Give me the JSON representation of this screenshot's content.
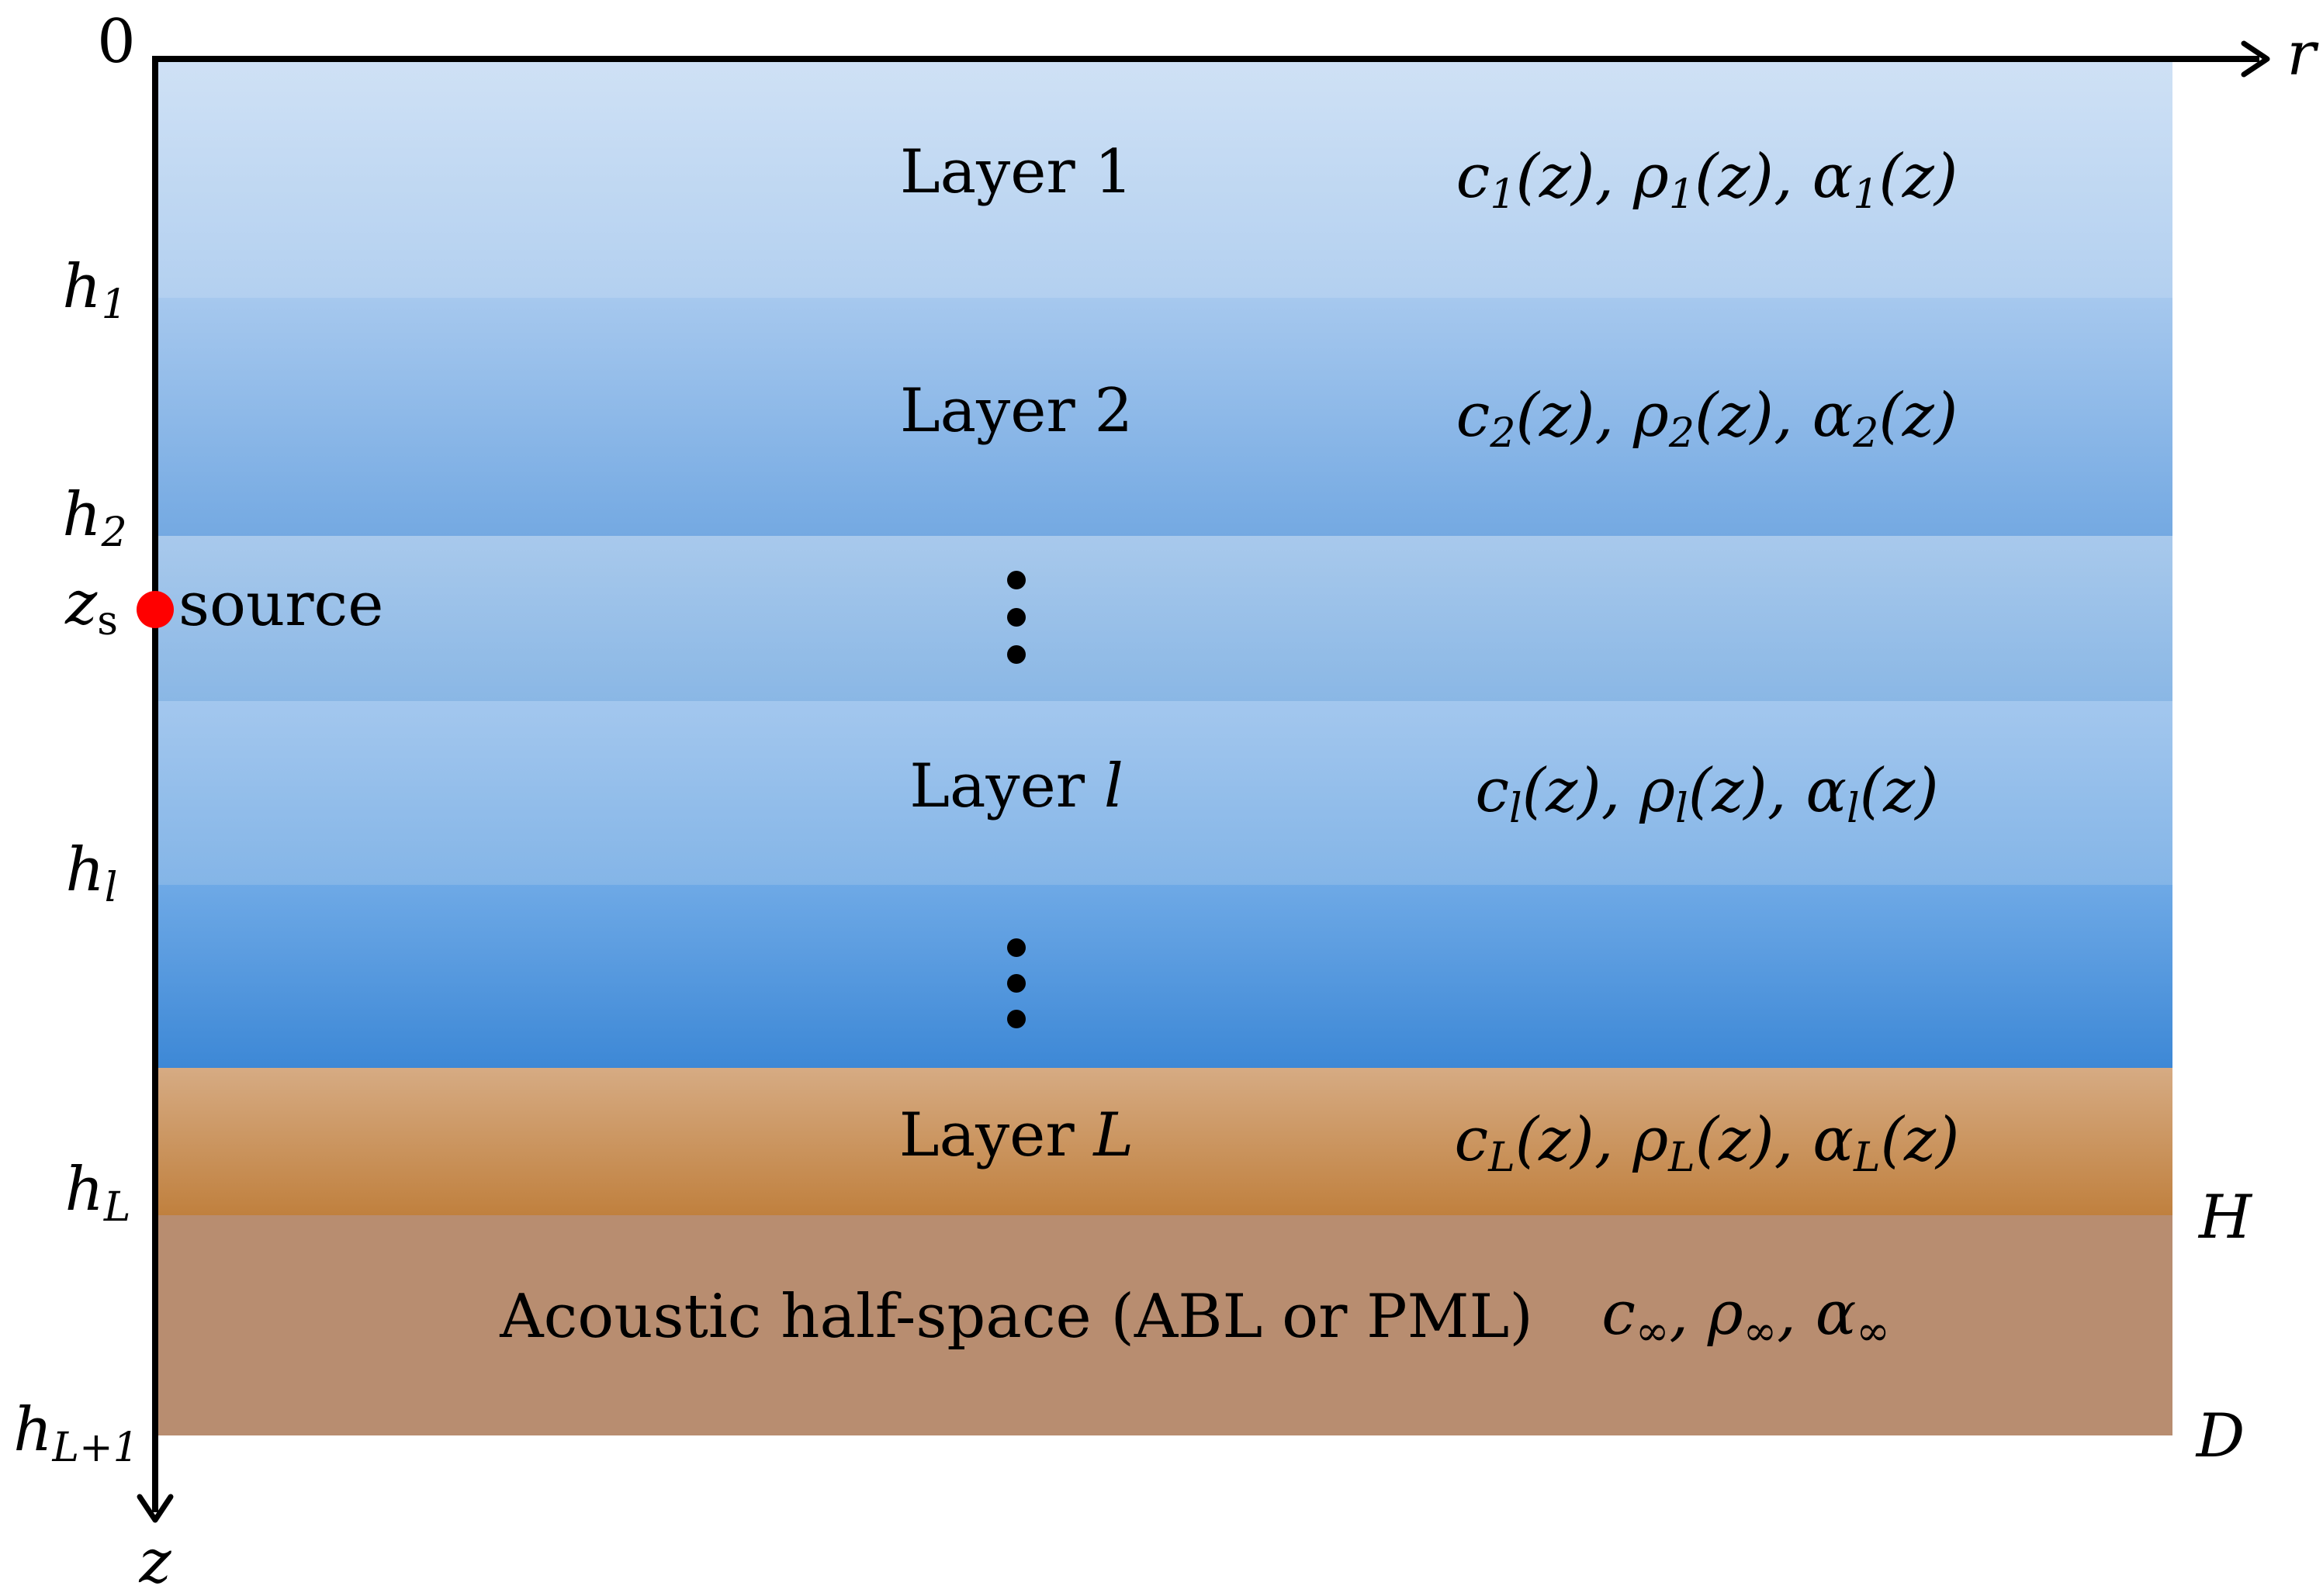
{
  "axes": {
    "origin_label": "0",
    "r_label": "r",
    "z_label": "z"
  },
  "colors": {
    "layer1_top": "#cfe1f5",
    "layer1_bottom": "#b3d0f0",
    "layer2_top": "#a6c8ee",
    "layer2_bottom": "#74a9e2",
    "gap_top": "#a8c9ec",
    "gap_bottom": "#8ab7e5",
    "layerl_top": "#a3c7ee",
    "layerl_bottom": "#84b5e7",
    "deep_top": "#6ea9e6",
    "deep_bottom": "#3d88d6",
    "sediment_top": "#d6ab83",
    "sediment_bottom": "#c0803e",
    "halfspace": "#b88d70",
    "source": "#ff0000"
  },
  "layers": [
    {
      "name": "Layer 1",
      "props": {
        "c": "c",
        "sub": "1",
        "rho": "ρ",
        "alpha": "α",
        "z": "z"
      }
    },
    {
      "name": "Layer 2",
      "props": {
        "c": "c",
        "sub": "2",
        "rho": "ρ",
        "alpha": "α",
        "z": "z"
      }
    },
    {
      "name": "Layer ",
      "name_italic": "l",
      "props": {
        "c": "c",
        "sub": "l",
        "rho": "ρ",
        "alpha": "α",
        "z": "z"
      }
    },
    {
      "name": "Layer ",
      "name_italic": "L",
      "props": {
        "c": "c",
        "sub": "L",
        "rho": "ρ",
        "alpha": "α",
        "z": "z"
      }
    }
  ],
  "halfspace": {
    "label": "Acoustic half-space (ABL or PML)",
    "sub": "∞"
  },
  "depth_labels": {
    "h1": {
      "base": "h",
      "sub": "1"
    },
    "h2": {
      "base": "h",
      "sub": "2"
    },
    "hl": {
      "base": "h",
      "sub": "l"
    },
    "hL": {
      "base": "h",
      "sub": "L"
    },
    "hL1": {
      "base": "h",
      "sub": "L+1"
    }
  },
  "right_labels": {
    "H": "H",
    "D": "D"
  },
  "source": {
    "symbol": "z",
    "symbol_sub": "s",
    "label": "source"
  }
}
